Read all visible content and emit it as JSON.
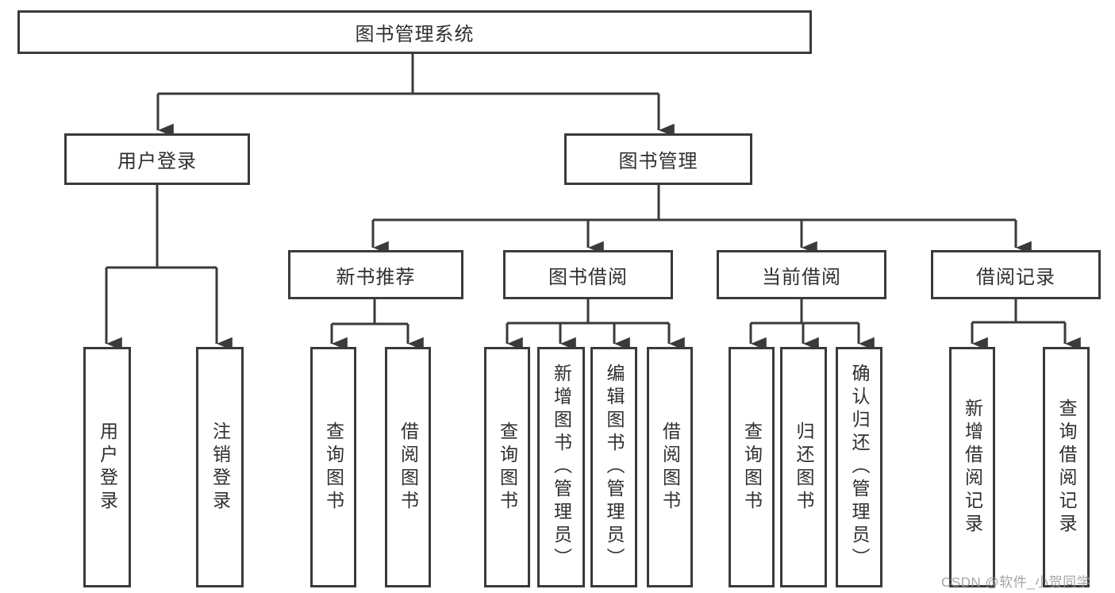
{
  "tree": {
    "root": {
      "label": "图书管理系统",
      "children": [
        {
          "label": "用户登录",
          "children": [
            {
              "label": "用户登录"
            },
            {
              "label": "注销登录"
            }
          ]
        },
        {
          "label": "图书管理",
          "children": [
            {
              "label": "新书推荐",
              "children": [
                {
                  "label": "查询图书"
                },
                {
                  "label": "借阅图书"
                }
              ]
            },
            {
              "label": "图书借阅",
              "children": [
                {
                  "label": "查询图书"
                },
                {
                  "label": "新增图书（管理员）"
                },
                {
                  "label": "编辑图书（管理员）"
                },
                {
                  "label": "借阅图书"
                }
              ]
            },
            {
              "label": "当前借阅",
              "children": [
                {
                  "label": "查询图书"
                },
                {
                  "label": "归还图书"
                },
                {
                  "label": "确认归还（管理员）"
                }
              ]
            },
            {
              "label": "借阅记录",
              "children": [
                {
                  "label": "新增借阅记录"
                },
                {
                  "label": "查询借阅记录"
                }
              ]
            }
          ]
        }
      ]
    }
  },
  "watermark": {
    "text": "CSDN @软件_小贺同学"
  },
  "colors": {
    "line": "#3a3a3a",
    "text": "#2f2f2f",
    "box_background": "#ffffff",
    "page_background": "#ffffff",
    "watermark": "#9c9c9c"
  }
}
